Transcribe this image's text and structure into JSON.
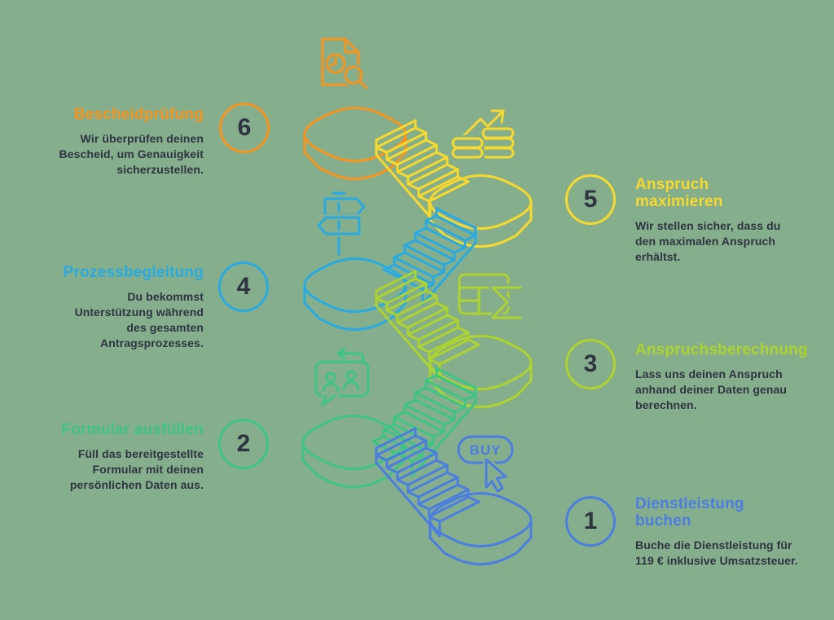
{
  "palette": {
    "background": "#85AE8C",
    "text_dark": "#2E3442"
  },
  "icons": {
    "buy_label": "BUY"
  },
  "steps": [
    {
      "number": "1",
      "title": "Dienstleistung buchen",
      "description": "Buche die Dienstleistung für 119 € inklusive Umsatzsteuer.",
      "color": "#4C7DE0",
      "icon": "buy-cursor-icon",
      "side": "right"
    },
    {
      "number": "2",
      "title": "Formular ausfüllen",
      "description": "Füll das bereitgestellte Formular mit deinen persönlichen Daten aus.",
      "color": "#3EC483",
      "icon": "people-speech-bubble-icon",
      "side": "left"
    },
    {
      "number": "3",
      "title": "Anspruchsberechnung",
      "description": "Lass uns deinen Anspruch anhand deiner Daten genau berechnen.",
      "color": "#ACD32F",
      "icon": "spreadsheet-sigma-icon",
      "side": "right"
    },
    {
      "number": "4",
      "title": "Prozessbegleitung",
      "description": "Du bekommst Unterstützung während des gesamten Antragsprozesses.",
      "color": "#29ABE2",
      "icon": "signpost-icon",
      "side": "left"
    },
    {
      "number": "5",
      "title": "Anspruch maximieren",
      "description": "Wir stellen sicher, dass du den maximalen Anspruch erhältst.",
      "color": "#F8D92E",
      "icon": "growth-coins-icon",
      "side": "right"
    },
    {
      "number": "6",
      "title": "Bescheidprüfung",
      "description": "Wir überprüfen deinen Bescheid, um Genauigkeit sicherzustellen.",
      "color": "#F7941E",
      "icon": "document-review-icon",
      "side": "left"
    }
  ]
}
